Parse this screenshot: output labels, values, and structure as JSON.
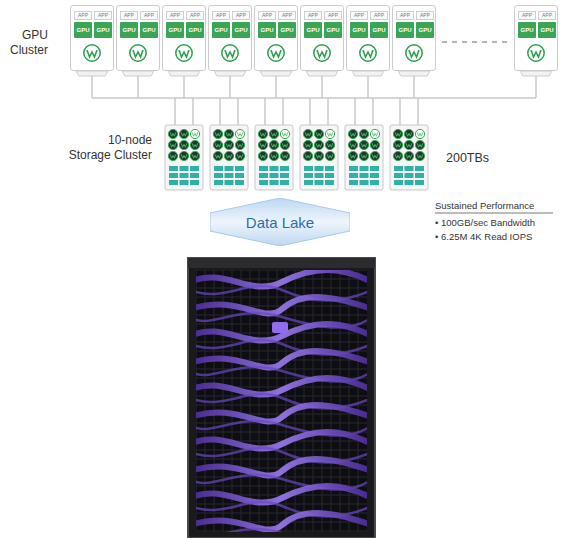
{
  "diagram": {
    "nodes": [
      {
        "text": [
          "APP",
          "APP",
          "GPU",
          "GPU"
        ]
      },
      {
        "text": [
          "APP",
          "APP",
          "GPU",
          "GPU"
        ]
      },
      {
        "text": [
          "APP",
          "APP",
          "GPU",
          "GPU"
        ]
      },
      {
        "text": [
          "APP",
          "APP",
          "GPU",
          "GPU"
        ]
      },
      {
        "text": [
          "APP",
          "APP",
          "GPU",
          "GPU"
        ]
      },
      {
        "text": [
          "APP",
          "APP",
          "GPU",
          "GPU"
        ]
      },
      {
        "text": [
          "APP",
          "APP",
          "GPU",
          "GPU"
        ]
      },
      {
        "text": [
          "APP",
          "APP",
          "GPU",
          "GPU"
        ]
      },
      {
        "text": [
          "APP",
          "APP",
          "GPU",
          "GPU"
        ]
      },
      {
        "text": [
          "Data Lake"
        ]
      }
    ],
    "labels": [
      "GPU Cluster",
      "10-node Storage Cluster",
      "200TBs",
      "Sustained Performance",
      "• 100GB/sec Bandwidth",
      "• 6.25M 4K Read IOPS"
    ]
  }
}
